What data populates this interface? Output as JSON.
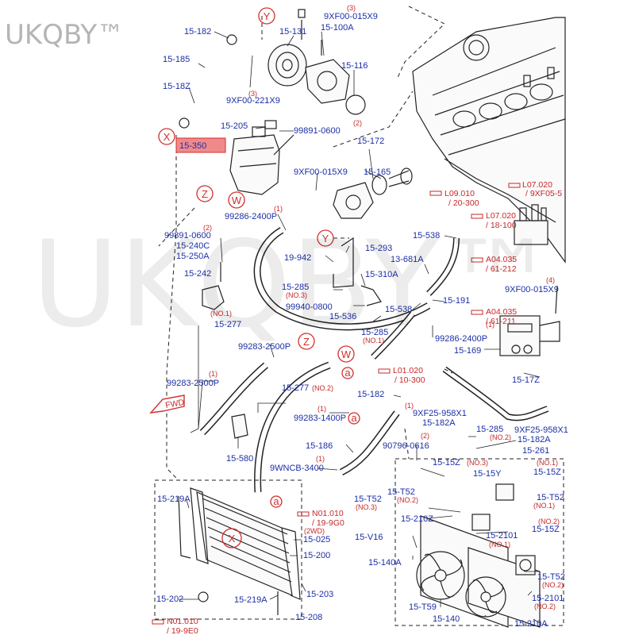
{
  "brand": "UKQBY™",
  "watermark": "UKQBY™",
  "callouts": [
    "Y",
    "X",
    "Z",
    "W",
    "Y",
    "Z",
    "W",
    "X"
  ],
  "highlight_label": "15-350",
  "labels": {
    "l_15_182_top": "15-182",
    "l_15_185": "15-185",
    "l_15_18z": "15-18Z",
    "l_15_131": "15-131",
    "l_15_100a": "15-100A",
    "l_9xf00_015x9_top": "9XF00-015X9",
    "l_15_116": "15-116",
    "l_9xf00_221x9": "9XF00-221X9",
    "l_15_205": "15-205",
    "l_99891_0600_top": "99891-0600",
    "l_15_172": "15-172",
    "l_15_165": "15-165",
    "l_9xf00_015x9_mid": "9XF00-015X9",
    "l_99286_2400p_a": "99286-2400P",
    "l_99891_0600_left": "99891-0600",
    "l_15_240c": "15-240C",
    "l_15_250a": "15-250A",
    "l_15_242": "15-242",
    "l_19_942": "19-942",
    "l_15_293": "15-293",
    "l_15_538_top": "15-538",
    "l_13_681a": "13-681A",
    "l_15_285_a": "15-285",
    "l_15_310a": "15-310A",
    "l_99940_0800": "99940-0800",
    "l_15_538_mid": "15-538",
    "l_15_191": "15-191",
    "l_15_536": "15-536",
    "l_15_285_b": "15-285",
    "l_15_277_a": "15-277",
    "l_99283_2500p_a": "99283-2500P",
    "l_99286_2400p_b": "99286-2400P",
    "l_9xf00_015x9_right": "9XF00-015X9",
    "l_15_169": "15-169",
    "l_15_17z": "15-17Z",
    "l_99283_2500p_b": "99283-2500P",
    "l_15_277_b": "15-277",
    "l_15_182_mid": "15-182",
    "l_99283_1400p": "99283-1400P",
    "l_9xf25_958x1_a": "9XF25-958X1",
    "l_15_182a_a": "15-182A",
    "l_15_285_c": "15-285",
    "l_9xf25_958x1_b": "9XF25-958X1",
    "l_15_182a_b": "15-182A",
    "l_15_261": "15-261",
    "l_15_580": "15-580",
    "l_15_186": "15-186",
    "l_90796_0616": "90796-0616",
    "l_9wncb_3400": "9WNCB-3400",
    "l_15_15z_a": "15-15Z",
    "l_15_15y": "15-15Y",
    "l_15_15z_b": "15-15Z",
    "l_15_219a_top": "15-219A",
    "l_15_t52_a": "15-T52",
    "l_15_t52_b": "15-T52",
    "l_15_t52_c": "15-T52",
    "l_15_210z": "15-210Z",
    "l_15_025": "15-025",
    "l_15_v16": "15-V16",
    "l_15_2101_a": "15-2101",
    "l_15_15z_c": "15-15Z",
    "l_15_200": "15-200",
    "l_15_140a": "15-140A",
    "l_15_t52_d": "15-T52",
    "l_15_2101_b": "15-2101",
    "l_15_202": "15-202",
    "l_15_219a_bot": "15-219A",
    "l_15_203": "15-203",
    "l_15_t59": "15-T59",
    "l_15_140": "15-140",
    "l_15_210a": "15-210A",
    "l_15_208": "15-208"
  },
  "notes": {
    "n_3_a": "(3)",
    "n_3_b": "(3)",
    "n_2_a": "(2)",
    "n_2_b": "(2)",
    "n_1_a": "(1)",
    "n_no3_a": "(NO.3)",
    "n_no1_a": "(NO.1)",
    "n_no1_b": "(NO.1)",
    "n_4": "(4)",
    "n_1_b": "(1)",
    "n_1_c": "(1)",
    "n_no2_a": "(NO.2)",
    "n_1_d": "(1)",
    "n_1_e": "(1)",
    "n_no2_b": "(NO.2)",
    "n_2_c": "(2)",
    "n_1_f": "(1)",
    "n_no3_b": "(NO.3)",
    "n_no1_c": "(NO.1)",
    "n_no2_c": "(NO.2)",
    "n_no3_c": "(NO.3)",
    "n_no1_d": "(NO.1)",
    "n_no2_d": "(NO.2)",
    "n_no1_e": "(NO.1)",
    "n_no2_e": "(NO.2)",
    "n_no2_f": "(NO.2)",
    "n_2wd": "(2WD)"
  },
  "refs": {
    "r_l09_010": "L09.010",
    "r_20_300": "/ 20-300",
    "r_l07_020_a": "L07.020",
    "r_9xf05": "/ 9XF05-5",
    "r_l07_020_b": "L07.020",
    "r_18_100": "/ 18-100",
    "r_a04_035_a": "A04.035",
    "r_61_212": "/ 61-212",
    "r_a04_035_b": "A04.035",
    "r_61_211": "/ 61-211",
    "r_l01_020": "L01.020",
    "r_10_300": "/ 10-300",
    "r_n01_010_a": "N01.010",
    "r_19_9g0": "/ 19-9G0",
    "r_n01_010_b": "N01.010",
    "r_19_9e0": "/ 19-9E0"
  },
  "fwd_label": "FWD",
  "a_markers": [
    "a",
    "a",
    "a"
  ]
}
